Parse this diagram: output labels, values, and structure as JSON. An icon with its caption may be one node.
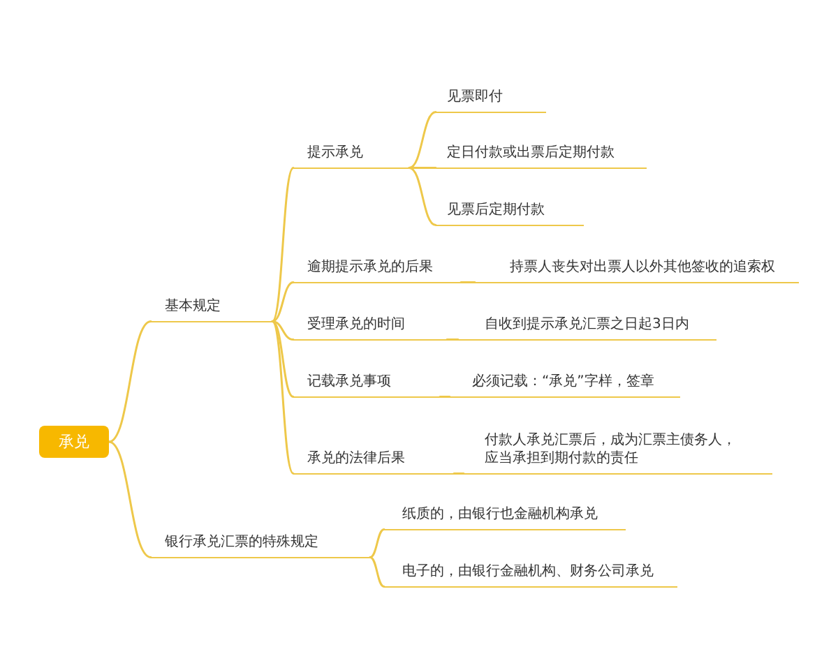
{
  "diagram": {
    "nodes": [
      {
        "text": [
          "承兑"
        ]
      },
      {
        "text": [
          "基本规定"
        ]
      },
      {
        "text": [
          "提示承兑"
        ]
      },
      {
        "text": [
          "见票即付"
        ]
      },
      {
        "text": [
          "定日付款或出票后定期付款"
        ]
      },
      {
        "text": [
          "见票后定期付款"
        ]
      },
      {
        "text": [
          "逾期提示承兑的后果"
        ]
      },
      {
        "text": [
          "持票人丧失对出票人以外其他签收的追索权"
        ]
      },
      {
        "text": [
          "受理承兑的时间"
        ]
      },
      {
        "text": [
          "自收到提示承兑汇票之日起3日内"
        ]
      },
      {
        "text": [
          "记载承兑事项"
        ]
      },
      {
        "text": [
          "必须记载：“承兑”字样，签章"
        ]
      },
      {
        "text": [
          "承兑的法律后果"
        ]
      },
      {
        "text": [
          "付款人承兑汇票后，成为汇票主债务人，应当承担到期付款的责任"
        ]
      },
      {
        "text": [
          "银行承兑汇票的特殊规定"
        ]
      },
      {
        "text": [
          "纸质的，由银行也金融机构承兑"
        ]
      },
      {
        "text": [
          "电子的，由银行金融机构、财务公司承兑"
        ]
      }
    ],
    "edges": [
      {
        "from": 0,
        "to": 1,
        "arrow": "none"
      },
      {
        "from": 0,
        "to": 14,
        "arrow": "none"
      },
      {
        "from": 1,
        "to": 2,
        "arrow": "none"
      },
      {
        "from": 1,
        "to": 6,
        "arrow": "none"
      },
      {
        "from": 1,
        "to": 8,
        "arrow": "none"
      },
      {
        "from": 1,
        "to": 10,
        "arrow": "none"
      },
      {
        "from": 1,
        "to": 12,
        "arrow": "none"
      },
      {
        "from": 2,
        "to": 3,
        "arrow": "none"
      },
      {
        "from": 2,
        "to": 4,
        "arrow": "none"
      },
      {
        "from": 2,
        "to": 5,
        "arrow": "none"
      },
      {
        "from": 6,
        "to": 7,
        "arrow": "none"
      },
      {
        "from": 8,
        "to": 9,
        "arrow": "none"
      },
      {
        "from": 10,
        "to": 11,
        "arrow": "none"
      },
      {
        "from": 12,
        "to": 13,
        "arrow": "none"
      },
      {
        "from": 14,
        "to": 15,
        "arrow": "none"
      },
      {
        "from": 14,
        "to": 16,
        "arrow": "none"
      }
    ]
  }
}
